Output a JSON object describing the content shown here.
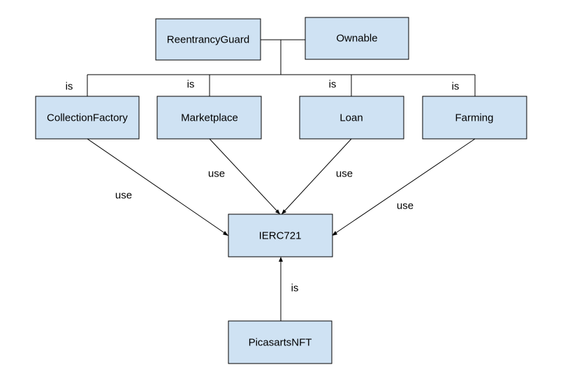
{
  "diagram": {
    "nodes": {
      "reentrancy_guard": "ReentrancyGuard",
      "ownable": "Ownable",
      "collection_factory": "CollectionFactory",
      "marketplace": "Marketplace",
      "loan": "Loan",
      "farming": "Farming",
      "ierc721": "IERC721",
      "picasarts_nft": "PicasartsNFT"
    },
    "edge_labels": {
      "is_collection_factory": "is",
      "is_marketplace": "is",
      "is_loan": "is",
      "is_farming": "is",
      "use_collection_factory": "use",
      "use_marketplace": "use",
      "use_loan": "use",
      "use_farming": "use",
      "is_picasarts_nft": "is"
    },
    "colors": {
      "node_fill": "#cfe2f3",
      "stroke": "#000000"
    }
  }
}
